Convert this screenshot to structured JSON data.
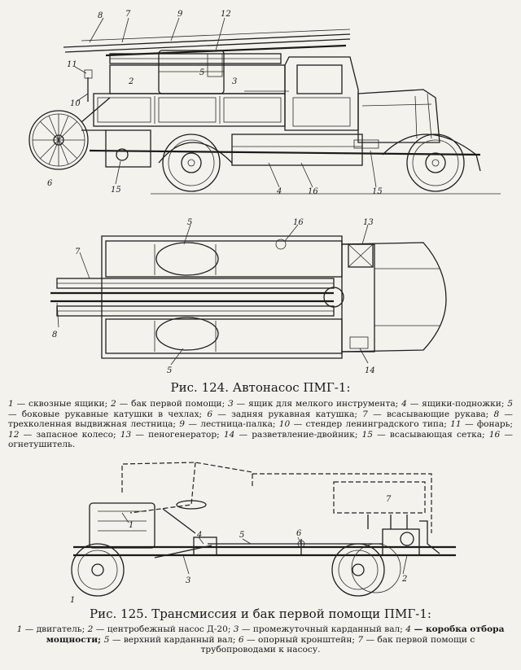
{
  "fig124": {
    "caption": "Рис. 124. Автонасос ПМГ-1:",
    "callouts_side": [
      "8",
      "7",
      "9",
      "12",
      "11",
      "2",
      "5",
      "3",
      "10",
      "6",
      "15",
      "4",
      "16",
      "15"
    ],
    "callouts_top": [
      "5",
      "16",
      "13",
      "7",
      "8",
      "5",
      "14"
    ],
    "legend": [
      {
        "n": "1",
        "t": " — сквозные ящики; "
      },
      {
        "n": "2",
        "t": " — бак первой помощи; "
      },
      {
        "n": "3",
        "t": " — ящик для мелкого инструмента; "
      },
      {
        "n": "4",
        "t": " — ящики-подножки; "
      },
      {
        "n": "5",
        "t": " — боковые рукавные катушки в чехлах; "
      },
      {
        "n": "6",
        "t": " — задняя рукавная катушка; "
      },
      {
        "n": "7",
        "t": " — всасывающие рукава; "
      },
      {
        "n": "8",
        "t": " — трехколенная выдвижная лестница; "
      },
      {
        "n": "9",
        "t": " — лестница-палка; "
      },
      {
        "n": "10",
        "t": " — стендер ленинградского типа; "
      },
      {
        "n": "11",
        "t": " — фонарь; "
      },
      {
        "n": "12",
        "t": " — запасное колесо; "
      },
      {
        "n": "13",
        "t": " — пеногенератор; "
      },
      {
        "n": "14",
        "t": " — разветвление-двойник; "
      },
      {
        "n": "15",
        "t": " — всасывающая сетка; "
      },
      {
        "n": "16",
        "t": " — огнетушитель."
      }
    ]
  },
  "fig125": {
    "caption": "Рис. 125. Трансмиссия и бак первой помощи ПМГ-1:",
    "callouts": [
      "1",
      "4",
      "5",
      "6",
      "7",
      "2",
      "3",
      "1"
    ],
    "legend": [
      {
        "n": "1",
        "t": " — двигатель; "
      },
      {
        "n": "2",
        "t": " — центробежный насос Д-20; "
      },
      {
        "n": "3",
        "t": " — промежуточный карданный вал; "
      },
      {
        "n": "4",
        "t": " — коробка отбора мощности; "
      },
      {
        "n": "5",
        "t": " — верхний карданный вал; "
      },
      {
        "n": "6",
        "t": " — опорный кронштейн; "
      },
      {
        "n": "7",
        "t": " — бак первой помощи с трубопроводами к насосу."
      }
    ]
  }
}
